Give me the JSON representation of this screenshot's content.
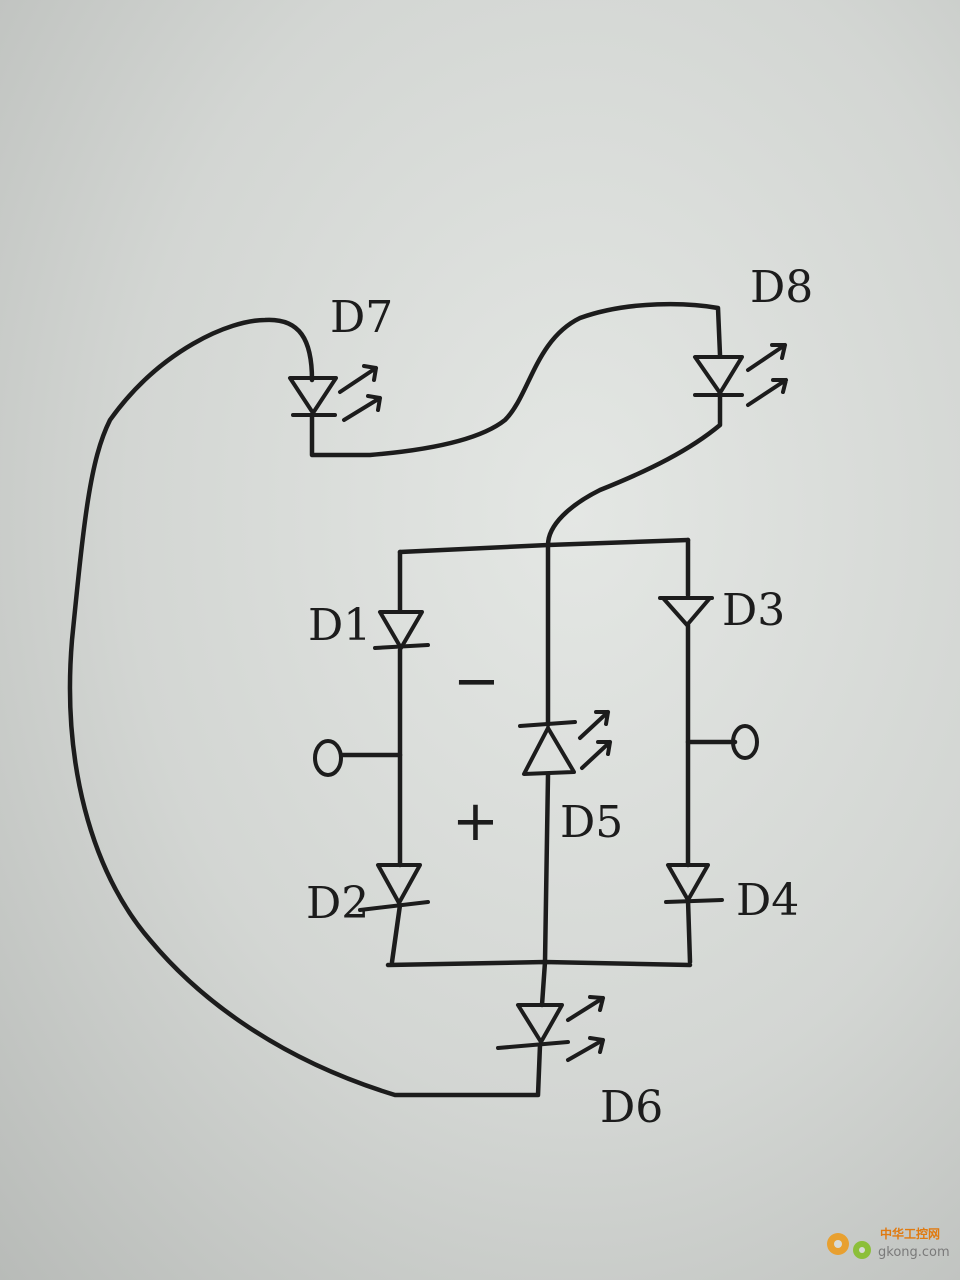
{
  "labels": {
    "d1": "D1",
    "d2": "D2",
    "d3": "D3",
    "d4": "D4",
    "d5": "D5",
    "d6": "D6",
    "d7": "D7",
    "d8": "D8",
    "minus": "−",
    "plus": "+"
  },
  "watermark": {
    "name": "中华工控网",
    "url": "gkong.com"
  },
  "colors": {
    "ink": "#1c1c1c",
    "paper": "#d8dbd8",
    "watermark_accent": "#e07a10"
  }
}
